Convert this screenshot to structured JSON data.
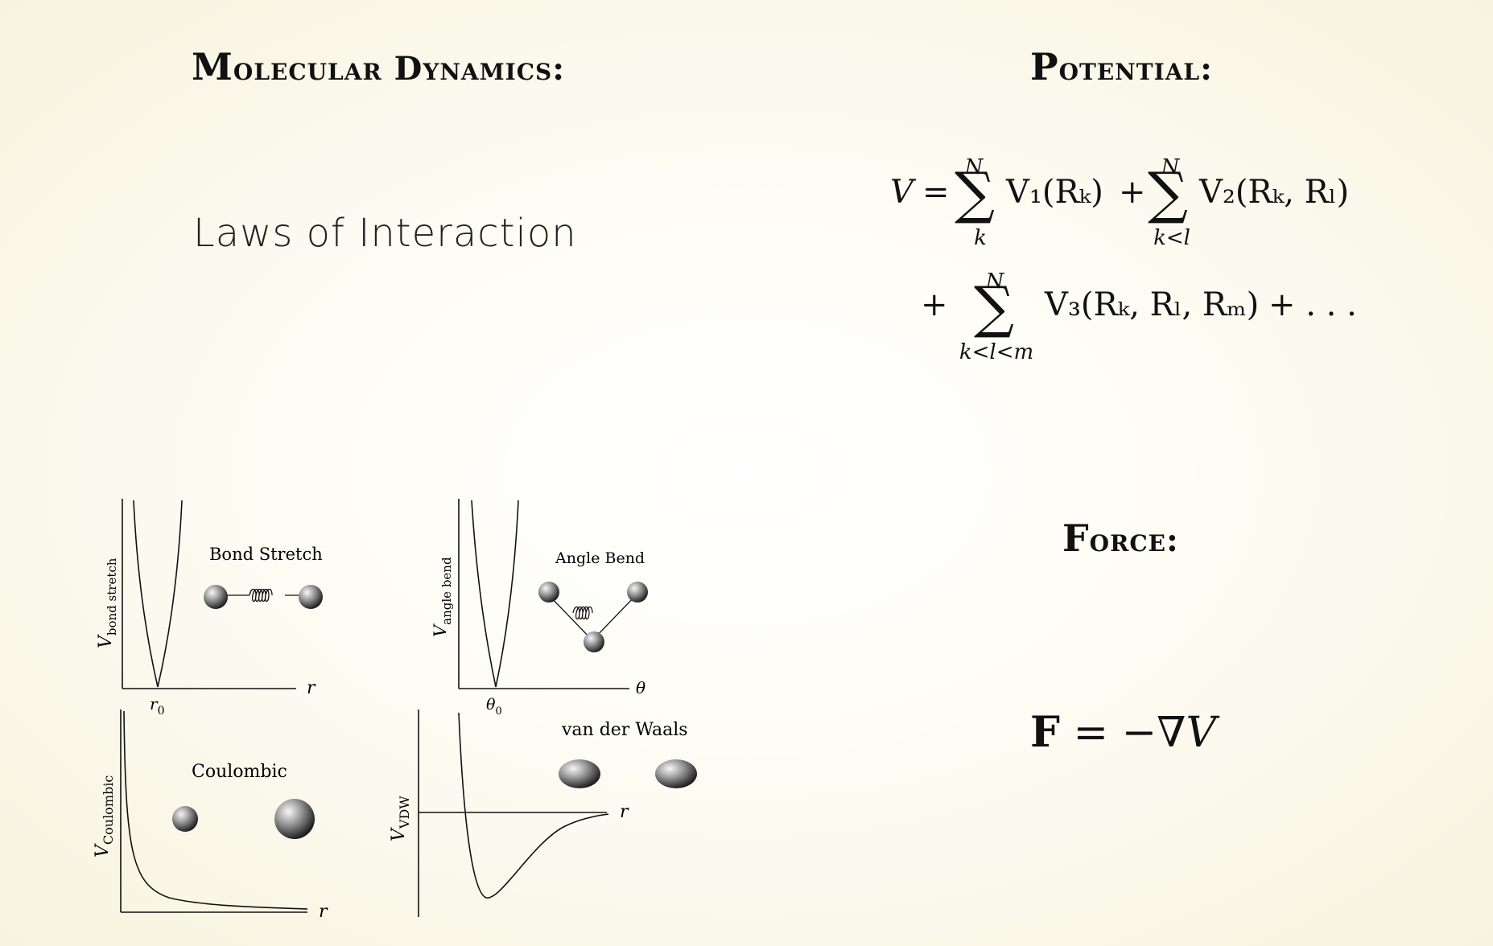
{
  "slide": {
    "left_title": {
      "first": "M",
      "rest": "olecular Dynamics:"
    },
    "subtitle": "Laws of Interaction",
    "potential_title": {
      "first": "P",
      "rest": "otential:"
    },
    "force_title": {
      "first": "F",
      "rest": "orce:"
    }
  },
  "potential_equation": {
    "V": "V",
    "equals": "=",
    "plus": "+",
    "sum_upper": "N",
    "sum1_lower": "k",
    "sum2_lower": "k<l",
    "sum3_lower": "k<l<m",
    "term1": "V₁(Rₖ)",
    "term2": "V₂(Rₖ, Rₗ)",
    "term3": "V₃(Rₖ, Rₗ, Rₘ)",
    "ellipsis": "+ . . ."
  },
  "force_equation": {
    "F": "F",
    "equals": "=",
    "minus_grad": "−∇",
    "V": "V"
  },
  "panels": {
    "bond": {
      "label": "Bond Stretch",
      "ylabel": "V",
      "ysub": "bond stretch",
      "xlabel": "r",
      "min_label": "r",
      "min_sub": "0"
    },
    "angle": {
      "label": "Angle Bend",
      "ylabel": "V",
      "ysub": "angle bend",
      "xlabel": "θ",
      "min_label": "θ",
      "min_sub": "0"
    },
    "coulomb": {
      "label": "Coulombic",
      "ylabel": "V",
      "ysub": "Coulombic",
      "xlabel": "r"
    },
    "vdw": {
      "label": "van der Waals",
      "ylabel": "V",
      "ysub": "VDW",
      "xlabel": "r"
    }
  },
  "colors": {
    "text": "#111111",
    "sphere_light": "#f4f4f4",
    "sphere_dark": "#2a2a2a",
    "background": "#fbf8e8"
  }
}
